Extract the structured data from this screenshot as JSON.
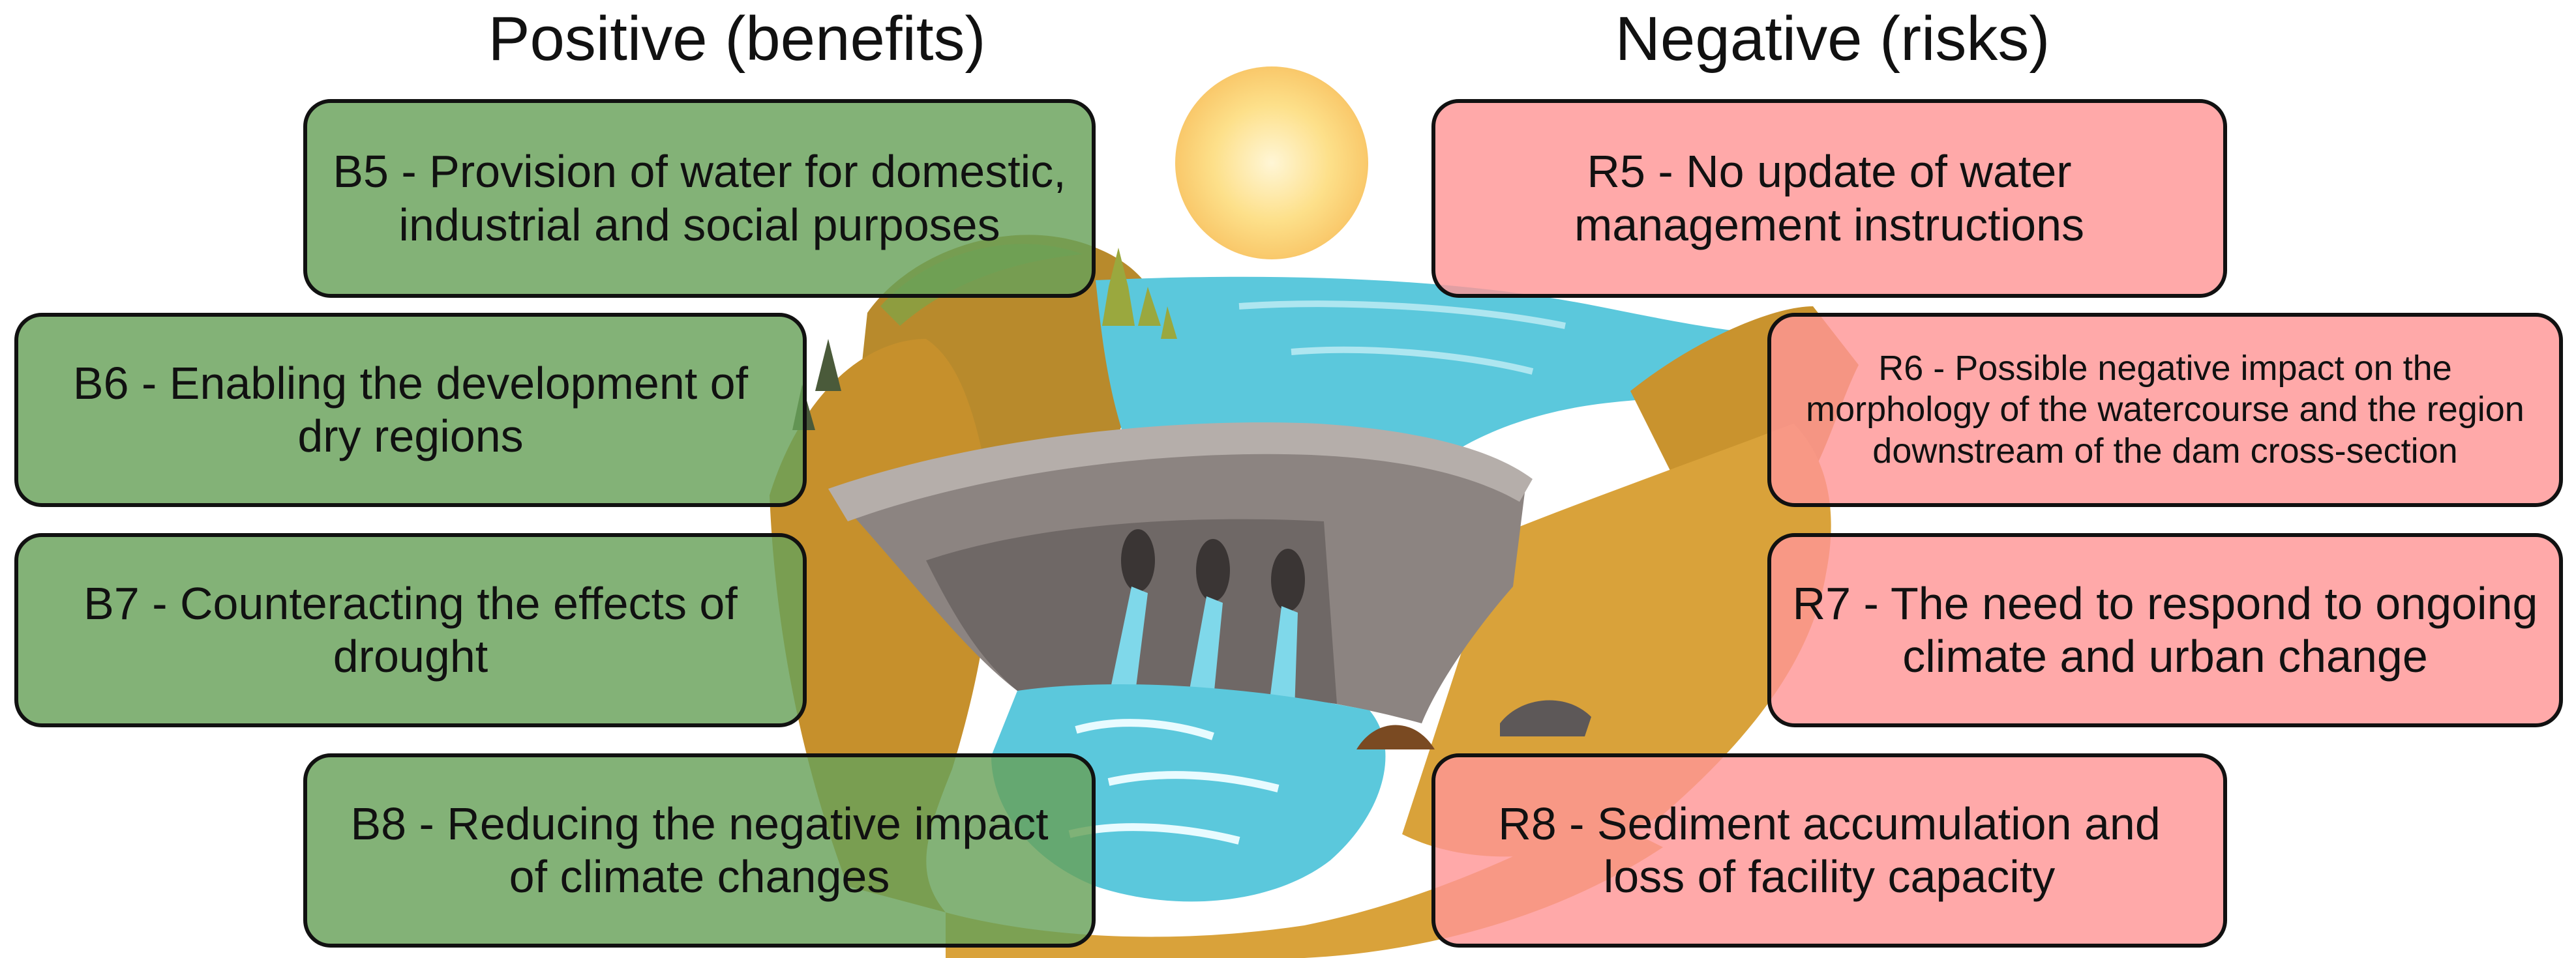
{
  "headings": {
    "positive": "Positive (benefits)",
    "negative": "Negative (risks)"
  },
  "benefits": [
    {
      "id": "B5",
      "text": "B5 - Provision of water for domestic, industrial and social purposes"
    },
    {
      "id": "B6",
      "text": "B6 - Enabling the development of dry regions"
    },
    {
      "id": "B7",
      "text": "B7 - Counteracting the effects of drought"
    },
    {
      "id": "B8",
      "text": "B8 - Reducing the negative impact of climate changes"
    }
  ],
  "risks": [
    {
      "id": "R5",
      "text": "R5 - No update of water management instructions"
    },
    {
      "id": "R6",
      "text": "R6 - Possible negative impact on the morphology of the watercourse and the region downstream of the dam cross-section"
    },
    {
      "id": "R7",
      "text": "R7 - The need to respond to ongoing climate and urban change"
    },
    {
      "id": "R8",
      "text": "R8 - Sediment accumulation and loss of facility capacity"
    }
  ],
  "colors": {
    "benefit_fill": "#68a159",
    "risk_fill": "#ff9696",
    "outline": "#111111",
    "water": "#5bc8dc",
    "land": "#c9932e",
    "dam": "#8c8481",
    "sun": "#fde08a"
  }
}
